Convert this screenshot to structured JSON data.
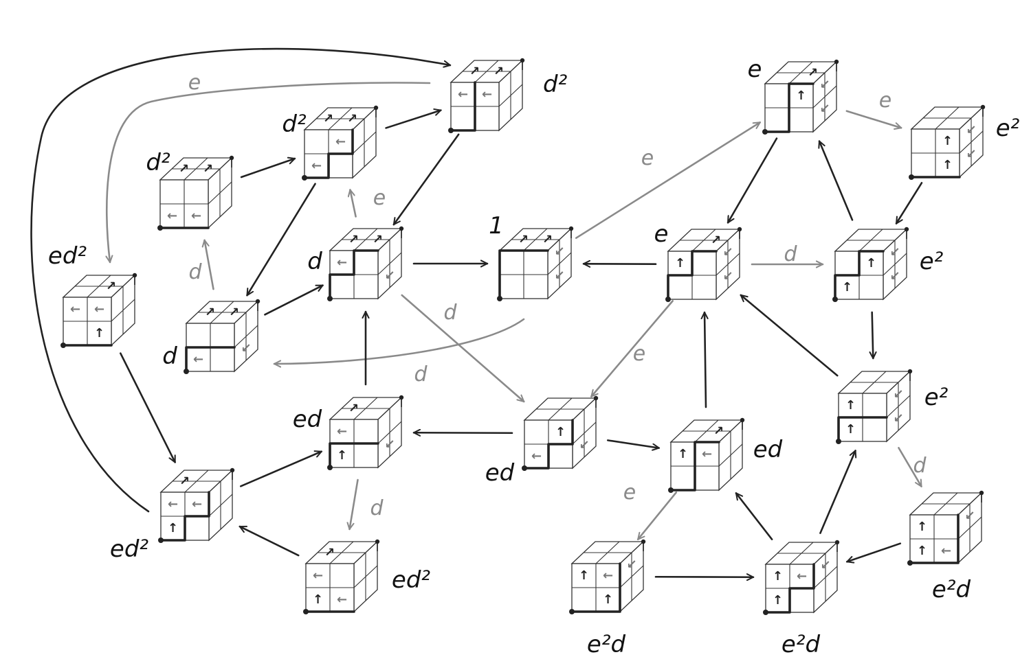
{
  "diagram": {
    "colors": {
      "primary": "#222222",
      "secondary": "#8a8a8a",
      "background": "#ffffff"
    },
    "node_labels": [
      "d²",
      "d²",
      "d²",
      "e",
      "e²",
      "ed²",
      "d",
      "1",
      "e",
      "e²",
      "d",
      "ed",
      "e²",
      "ed",
      "ed",
      "ed²",
      "ed²",
      "e²d",
      "e²d",
      "e²d"
    ],
    "nodes": [
      {
        "id": "n01",
        "label": "d²"
      },
      {
        "id": "n02",
        "label": "d²"
      },
      {
        "id": "n03",
        "label": "d²"
      },
      {
        "id": "n04",
        "label": "e"
      },
      {
        "id": "n05",
        "label": "e²"
      },
      {
        "id": "n06",
        "label": "ed²"
      },
      {
        "id": "n07",
        "label": "d"
      },
      {
        "id": "n08",
        "label": "1"
      },
      {
        "id": "n09",
        "label": "e"
      },
      {
        "id": "n10",
        "label": "e²"
      },
      {
        "id": "n11",
        "label": "d"
      },
      {
        "id": "n12",
        "label": "ed"
      },
      {
        "id": "n13",
        "label": "e²"
      },
      {
        "id": "n14",
        "label": "ed"
      },
      {
        "id": "n15",
        "label": "ed"
      },
      {
        "id": "n16",
        "label": "ed²"
      },
      {
        "id": "n17",
        "label": "ed²"
      },
      {
        "id": "n18",
        "label": "e²d"
      },
      {
        "id": "n19",
        "label": "e²d"
      },
      {
        "id": "n20",
        "label": "e²d"
      }
    ],
    "edges": [
      {
        "from": "n16",
        "to": "n01",
        "style": "primary",
        "label": ""
      },
      {
        "from": "n01",
        "to": "n06",
        "style": "secondary",
        "label": "e"
      },
      {
        "from": "n03",
        "to": "n02",
        "style": "primary",
        "label": ""
      },
      {
        "from": "n02",
        "to": "n01",
        "style": "primary",
        "label": ""
      },
      {
        "from": "n01",
        "to": "n07",
        "style": "primary",
        "label": ""
      },
      {
        "from": "n02",
        "to": "n11",
        "style": "primary",
        "label": ""
      },
      {
        "from": "n07",
        "to": "n02",
        "style": "secondary",
        "label": "e"
      },
      {
        "from": "n11",
        "to": "n03",
        "style": "secondary",
        "label": "d"
      },
      {
        "from": "n11",
        "to": "n07",
        "style": "primary",
        "label": ""
      },
      {
        "from": "n07",
        "to": "n08",
        "style": "primary",
        "label": ""
      },
      {
        "from": "n09",
        "to": "n08",
        "style": "primary",
        "label": ""
      },
      {
        "from": "n08",
        "to": "n04",
        "style": "secondary",
        "label": "e"
      },
      {
        "from": "n08",
        "to": "n11",
        "style": "secondary",
        "label": "d"
      },
      {
        "from": "n07",
        "to": "n14",
        "style": "secondary",
        "label": "d"
      },
      {
        "from": "n12",
        "to": "n07",
        "style": "primary",
        "label": ""
      },
      {
        "from": "n14",
        "to": "n12",
        "style": "primary",
        "label": ""
      },
      {
        "from": "n04",
        "to": "n05",
        "style": "secondary",
        "label": "e"
      },
      {
        "from": "n04",
        "to": "n09",
        "style": "primary",
        "label": ""
      },
      {
        "from": "n10",
        "to": "n04",
        "style": "primary",
        "label": ""
      },
      {
        "from": "n05",
        "to": "n10",
        "style": "primary",
        "label": ""
      },
      {
        "from": "n09",
        "to": "n10",
        "style": "secondary",
        "label": "d"
      },
      {
        "from": "n09",
        "to": "n14",
        "style": "secondary",
        "label": "e"
      },
      {
        "from": "n10",
        "to": "n13",
        "style": "primary",
        "label": ""
      },
      {
        "from": "n13",
        "to": "n09",
        "style": "primary",
        "label": ""
      },
      {
        "from": "n15",
        "to": "n09",
        "style": "primary",
        "label": ""
      },
      {
        "from": "n14",
        "to": "n15",
        "style": "primary",
        "label": ""
      },
      {
        "from": "n06",
        "to": "n16",
        "style": "primary",
        "label": ""
      },
      {
        "from": "n16",
        "to": "n12",
        "style": "primary",
        "label": ""
      },
      {
        "from": "n12",
        "to": "n17",
        "style": "secondary",
        "label": "d"
      },
      {
        "from": "n17",
        "to": "n16",
        "style": "primary",
        "label": ""
      },
      {
        "from": "n15",
        "to": "n18",
        "style": "secondary",
        "label": "e"
      },
      {
        "from": "n18",
        "to": "n19",
        "style": "primary",
        "label": ""
      },
      {
        "from": "n19",
        "to": "n15",
        "style": "primary",
        "label": ""
      },
      {
        "from": "n19",
        "to": "n13",
        "style": "primary",
        "label": ""
      },
      {
        "from": "n13",
        "to": "n20",
        "style": "secondary",
        "label": "d"
      },
      {
        "from": "n20",
        "to": "n19",
        "style": "primary",
        "label": ""
      }
    ],
    "cell_glyphs": {
      "up": "↑",
      "left": "←",
      "up-right": "↗",
      "down-left": "↙"
    }
  }
}
